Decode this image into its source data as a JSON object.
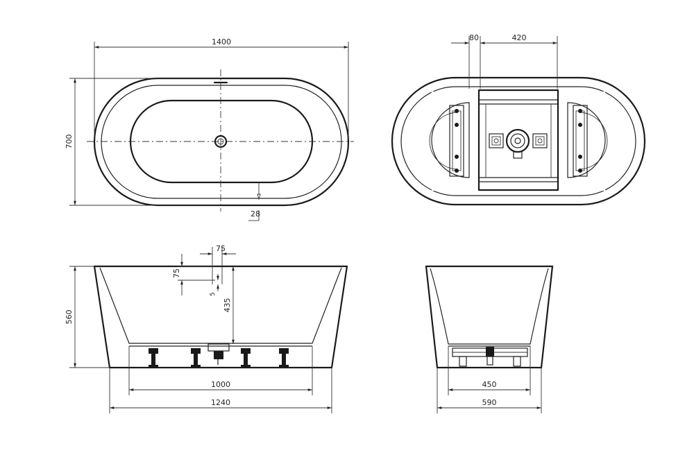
{
  "dimensions": {
    "top_length": "1400",
    "top_width": "700",
    "overflow": "28",
    "bottom_offset": "80",
    "bottom_frame": "420",
    "waste_horizontal": "75",
    "waste_vertical": "75",
    "waste_small": "5",
    "waste_height": "435",
    "overall_height": "560",
    "feet_span": "1000",
    "base_length": "1240",
    "feet_span_end": "450",
    "base_width_end": "590"
  }
}
